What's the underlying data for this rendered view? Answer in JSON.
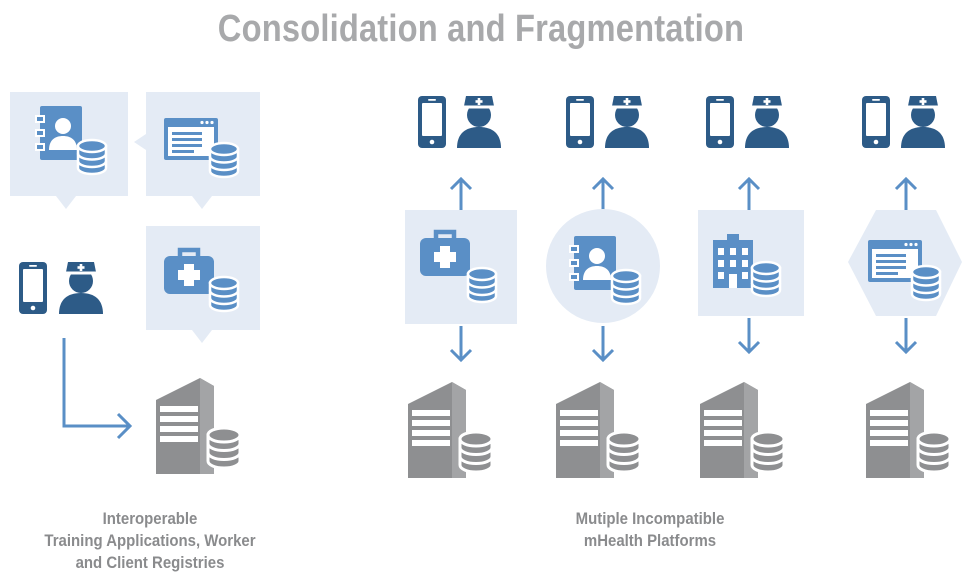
{
  "title": "Consolidation and Fragmentation",
  "left_caption": {
    "lines": [
      "Interoperable",
      "Training Applications, Worker",
      "and Client Registries"
    ]
  },
  "right_caption": {
    "lines": [
      "Mutiple Incompatible",
      "mHealth Platforms"
    ]
  },
  "colors": {
    "dark_blue": "#2d5b87",
    "mid_blue": "#5a8fc6",
    "panel": "#e4ebf5",
    "server_gray": "#8e8f91",
    "title_gray": "#a8a9ab"
  },
  "icons": {
    "left_registries": [
      "contacts-database-icon",
      "browser-database-icon",
      "medkit-database-icon"
    ],
    "platforms": [
      "medkit-database-icon",
      "contacts-database-icon",
      "hospital-database-icon",
      "browser-database-icon"
    ]
  }
}
